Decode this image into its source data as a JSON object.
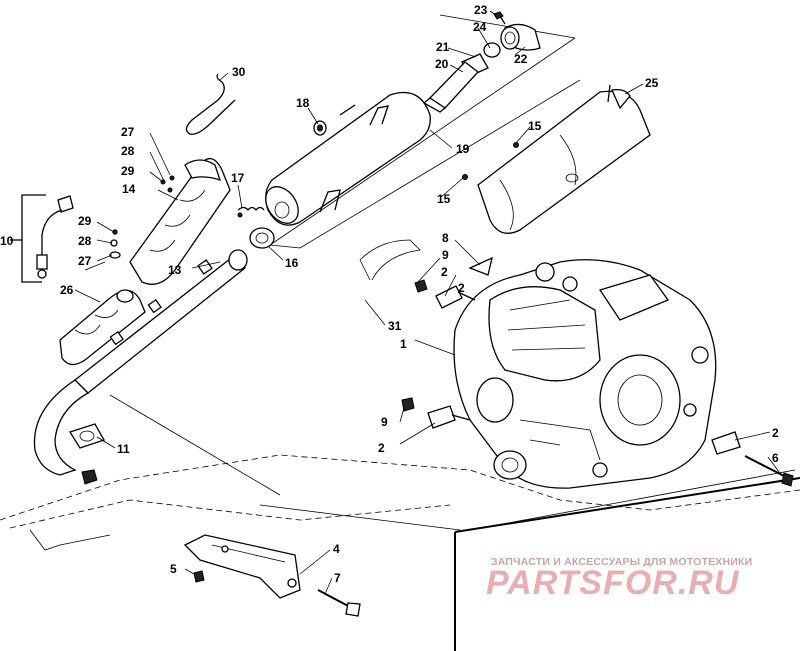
{
  "diagram": {
    "callouts": [
      "1",
      "2",
      "2",
      "2",
      "2",
      "4",
      "5",
      "6",
      "7",
      "8",
      "9",
      "9",
      "10",
      "11",
      "13",
      "14",
      "15",
      "15",
      "16",
      "17",
      "18",
      "19",
      "20",
      "21",
      "22",
      "23",
      "24",
      "25",
      "26",
      "27",
      "27",
      "28",
      "28",
      "29",
      "29",
      "30",
      "31"
    ]
  },
  "watermark": {
    "subtitle": "ЗАПЧАСТИ И АКСЕССУАРЫ ДЛЯ МОТОТЕХНИКИ",
    "logo": "PARTSFOR.RU",
    "color": "#e8aeb0"
  }
}
